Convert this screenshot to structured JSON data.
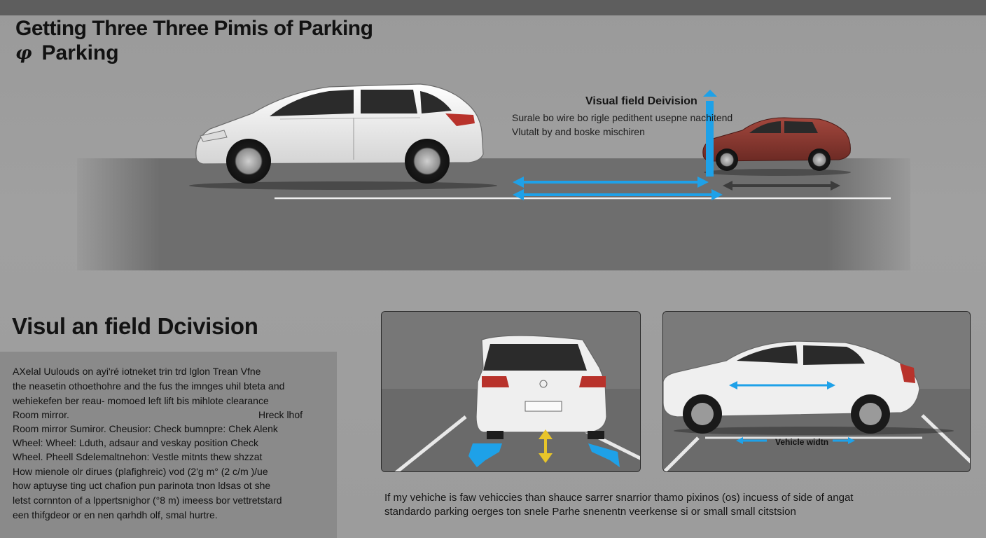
{
  "header": {
    "title_line1": "Getting Three Three Pimis of Parking",
    "logo_glyph": "φ",
    "title_line2": "Parking"
  },
  "diagram": {
    "heading": "Visual field Deivision",
    "line1": "Surale bo wire bo rigle pedithent usepne nachitend",
    "line2": "Vlutalt by and boske mischiren"
  },
  "section": {
    "title": "Visul an field Dcivision",
    "body_lines": [
      "AXelal Uulouds on ayi'ré iotneket trin trd lglon Trean Vfne",
      "the neasetin othoethohre and the fus the imnges uhil bteta and",
      "wehiekefen ber reau- momoed left lift bis mihlote clearance",
      "Room mirror.",
      "Room mirror Sumiror. Cheusior: Check bumnpre: Chek Alenk",
      "Wheel: Wheel: Lduth, adsaur and veskay position Check",
      "Wheel. Pheell Sdelemaltnehon: Vestle mitnts thew shzzat",
      "How mienole olr dirues (plafighreic) vod (2'g m° (2 c/m )/ue",
      "how aptuyse ting uct chafion pun parinota tnon ldsas ot she",
      "letst cornnton of a lppertsnighor (°8 m) imeess bor vettretstard",
      "een thifgdeor or en nen qarhdh olf, smal hurtre."
    ],
    "body_right": "Hreck lhof"
  },
  "right_panel": {
    "label": "Vehicle widtn"
  },
  "footer": {
    "line1": "If my vehiche is faw vehiccies than shauce sarrer snarrior thamo pixinos (os) incuess of side of angat",
    "line2": "standardo parking oerges ton snele Parhe snenentn veerkense si or small small citstsion"
  },
  "colors": {
    "arrow_blue": "#1ea1e8",
    "arrow_yellow": "#e8c52a",
    "car_white": "#f1f1f1",
    "car_red": "#8e3a32",
    "road": "#6e6e6e",
    "background": "#9d9d9d"
  }
}
